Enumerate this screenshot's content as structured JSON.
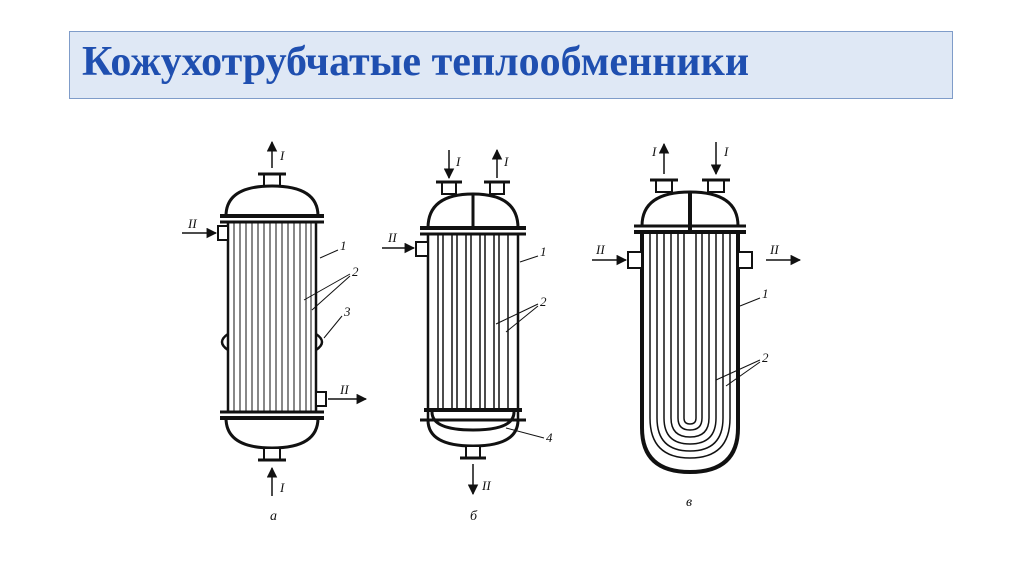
{
  "title": "Кожухотрубчатые теплообменники",
  "flows": {
    "I": "I",
    "II": "II"
  },
  "callouts": {
    "n1": "1",
    "n2": "2",
    "n3": "3",
    "n4": "4"
  },
  "variants": {
    "a": "а",
    "b": "б",
    "c": "в"
  },
  "colors": {
    "title_text": "#1f4fb0",
    "title_bg": "#dfe8f5",
    "title_border": "#7f9cc9",
    "ink": "#111111"
  }
}
